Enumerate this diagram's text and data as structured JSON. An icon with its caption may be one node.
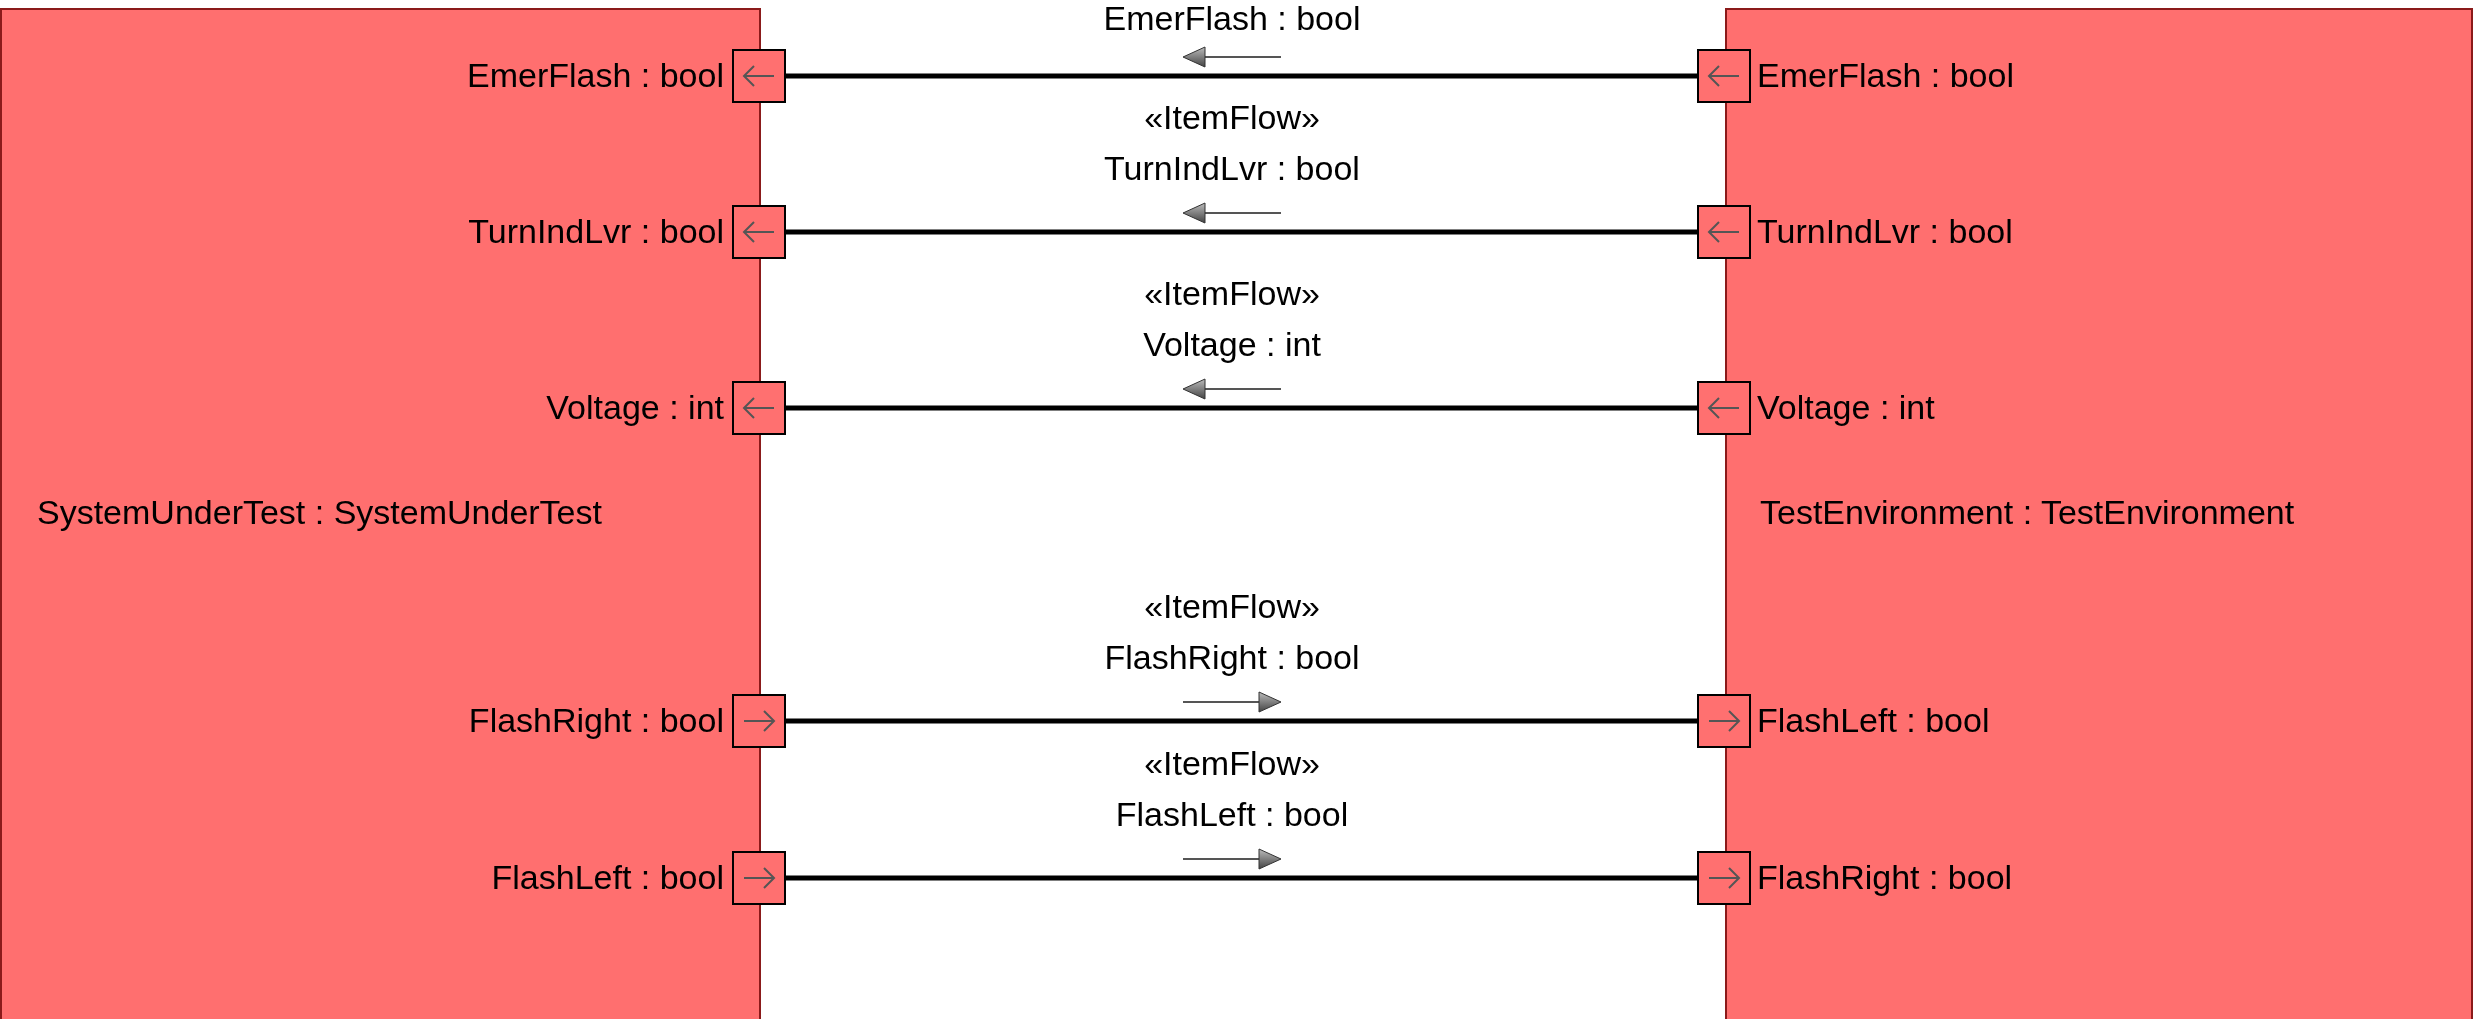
{
  "diagram": {
    "nodes": [
      {
        "text": [
          "SystemUnderTest : SystemUnderTest"
        ]
      },
      {
        "text": [],
        "shape": "box",
        "beside": [
          "EmerFlash : bool"
        ]
      },
      {
        "text": [],
        "shape": "box",
        "beside": [
          "TurnIndLvr : bool"
        ]
      },
      {
        "text": [],
        "shape": "box",
        "beside": [
          "Voltage : int"
        ]
      },
      {
        "text": [],
        "shape": "box",
        "beside": [
          "FlashRight : bool"
        ]
      },
      {
        "text": [],
        "shape": "box",
        "beside": [
          "FlashLeft : bool"
        ]
      },
      {
        "text": [
          "TestEnvironment : TestEnvironment"
        ]
      },
      {
        "text": [],
        "shape": "box",
        "beside": [
          "EmerFlash : bool"
        ]
      },
      {
        "text": [],
        "shape": "box",
        "beside": [
          "TurnIndLvr : bool"
        ]
      },
      {
        "text": [],
        "shape": "box",
        "beside": [
          "Voltage : int"
        ]
      },
      {
        "text": [],
        "shape": "box",
        "beside": [
          "FlashLeft : bool"
        ]
      },
      {
        "text": [],
        "shape": "box",
        "beside": [
          "FlashRight : bool"
        ]
      }
    ],
    "edges": [
      {
        "from": 7,
        "to": 1,
        "arrow": "none",
        "label": "EmerFlash : bool"
      },
      {
        "from": 8,
        "to": 2,
        "arrow": "none",
        "label": "«ItemFlow» TurnIndLvr : bool"
      },
      {
        "from": 9,
        "to": 3,
        "arrow": "none",
        "label": "«ItemFlow» Voltage : int"
      },
      {
        "from": 4,
        "to": 10,
        "arrow": "none",
        "label": "«ItemFlow» FlashRight : bool"
      },
      {
        "from": 5,
        "to": 11,
        "arrow": "none",
        "label": "«ItemFlow» FlashLeft : bool"
      }
    ]
  }
}
